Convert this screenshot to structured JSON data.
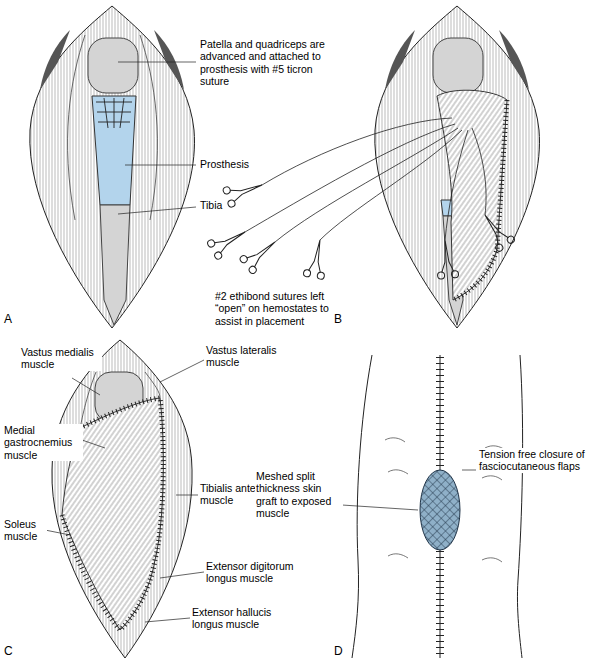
{
  "diagram": {
    "labels": [
      "Patella and quadriceps are advanced and attached to prosthesis with #5 ticron suture",
      "Prosthesis",
      "Tibia",
      "A",
      "#2 ethibond sutures left “open” on hemostates to assist in placement",
      "B",
      "Vastus medialis muscle",
      "Vastus lateralis muscle",
      "Medial gastrocnemius muscle",
      "Soleus muscle",
      "Tibialis anterior muscle",
      "Extensor digitorum longus muscle",
      "Extensor hallucis longus muscle",
      "C",
      "Meshed split thickness skin graft to exposed muscle",
      "Tension free closure of fasciocutaneous flaps",
      "D"
    ]
  }
}
